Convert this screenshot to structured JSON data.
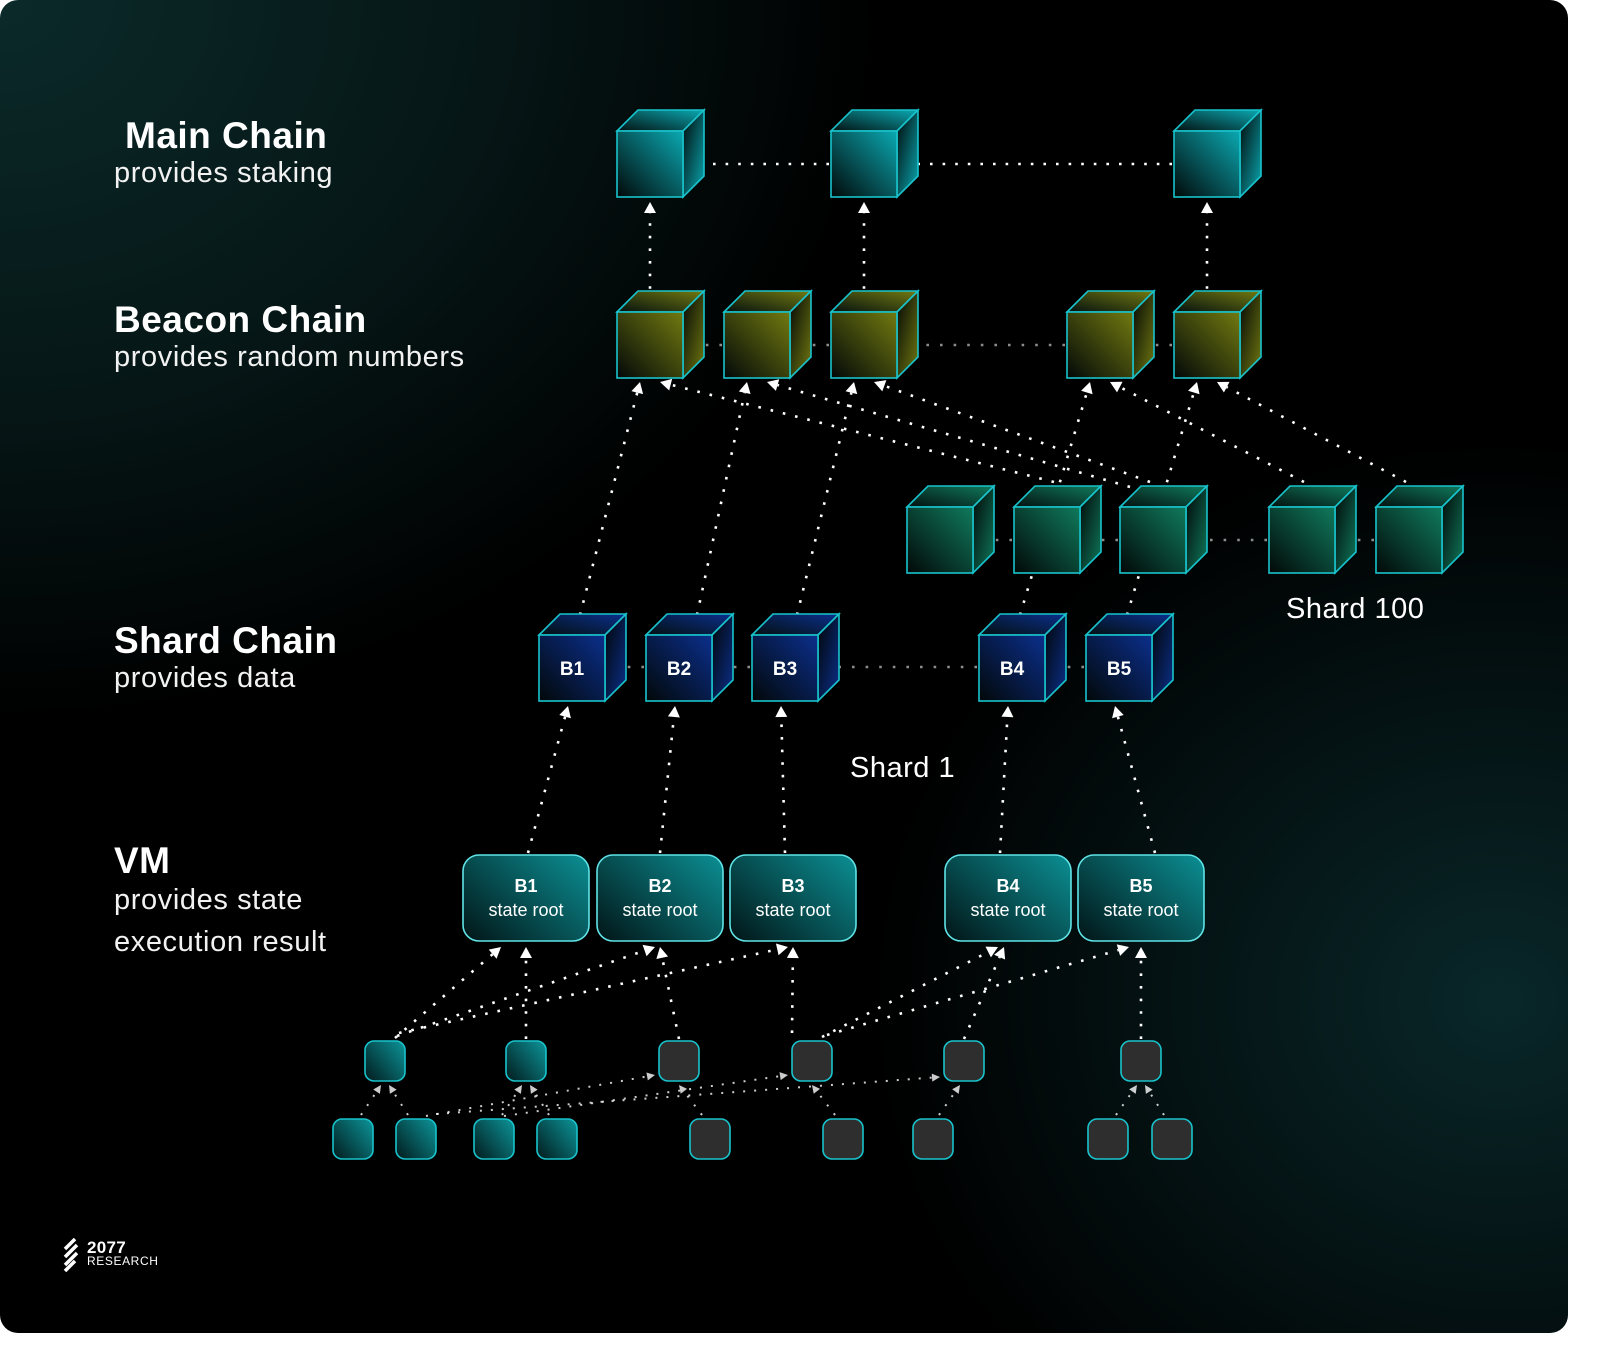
{
  "layers": [
    {
      "title": "Main Chain",
      "subtitle": "provides staking"
    },
    {
      "title": "Beacon Chain",
      "subtitle": "provides random numbers"
    },
    {
      "title": "Shard Chain",
      "subtitle": "provides data"
    },
    {
      "title": "VM",
      "subtitle": "provides state",
      "subtitle2": "execution result"
    }
  ],
  "shard_labels": {
    "shard100": "Shard 100",
    "shard1": "Shard 1"
  },
  "colors": {
    "outline": "#19c3cc",
    "main_cube": "#0aa9b2",
    "beacon_cube": "#727a10",
    "shard100_cube": "#0f7a5c",
    "shard1_cube": "#0b2f8c",
    "vm_box": "#0b8a8e",
    "leaf_teal": "#0b8a8e",
    "leaf_gray": "#2e2e2e",
    "arrow": "#ffffff"
  },
  "main_chain": {
    "blocks": [
      {
        "label": ""
      },
      {
        "label": ""
      },
      {
        "label": ""
      }
    ]
  },
  "beacon_chain": {
    "blocks": [
      {
        "label": ""
      },
      {
        "label": ""
      },
      {
        "label": ""
      },
      {
        "label": ""
      },
      {
        "label": ""
      }
    ]
  },
  "shard100": {
    "blocks": [
      {
        "label": ""
      },
      {
        "label": ""
      },
      {
        "label": ""
      },
      {
        "label": ""
      },
      {
        "label": ""
      }
    ]
  },
  "shard1": {
    "blocks": [
      {
        "label": "B1"
      },
      {
        "label": "B2"
      },
      {
        "label": "B3"
      },
      {
        "label": "B4"
      },
      {
        "label": "B5"
      }
    ]
  },
  "vm": {
    "blocks": [
      {
        "label": "B1",
        "sub": "state root"
      },
      {
        "label": "B2",
        "sub": "state root"
      },
      {
        "label": "B3",
        "sub": "state root"
      },
      {
        "label": "B4",
        "sub": "state root"
      },
      {
        "label": "B5",
        "sub": "state root"
      }
    ]
  },
  "tx_nodes": {
    "mid": [
      {
        "style": "teal"
      },
      {
        "style": "teal"
      },
      {
        "style": "gray"
      },
      {
        "style": "gray"
      },
      {
        "style": "gray"
      },
      {
        "style": "gray"
      }
    ],
    "leaf": [
      {
        "style": "teal"
      },
      {
        "style": "teal"
      },
      {
        "style": "teal"
      },
      {
        "style": "teal"
      },
      {
        "style": "gray"
      },
      {
        "style": "gray"
      },
      {
        "style": "gray"
      },
      {
        "style": "gray"
      },
      {
        "style": "gray"
      }
    ]
  },
  "logo": {
    "number": "2077",
    "word": "RESEARCH"
  }
}
